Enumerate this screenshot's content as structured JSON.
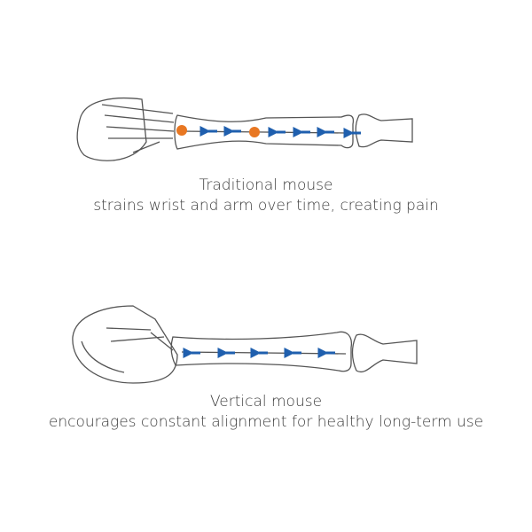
{
  "traditional": {
    "title": "Traditional mouse",
    "description": "strains wrist and arm over time, creating pain"
  },
  "vertical": {
    "title": "Vertical mouse",
    "description": "encourages constant alignment for healthy long-term use"
  },
  "colors": {
    "arrow": "#1f5fae",
    "pain_point": "#e87722",
    "outline": "#555555"
  }
}
